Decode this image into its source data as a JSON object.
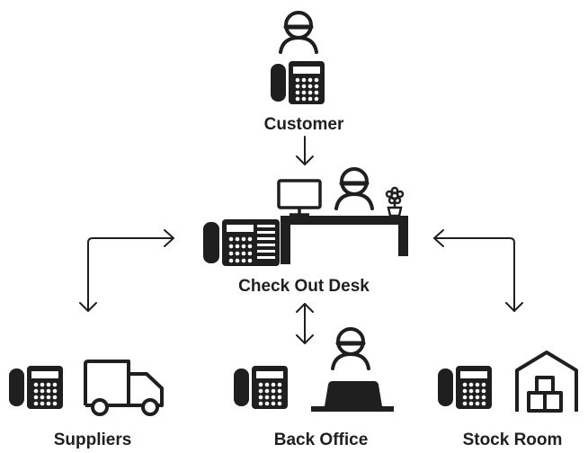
{
  "diagram": {
    "colors": {
      "ink": "#1f1f1f",
      "background": "#ffffff"
    },
    "nodes": [
      {
        "id": "customer",
        "label": "Customer",
        "icons": [
          "person-icon",
          "phone-icon"
        ]
      },
      {
        "id": "checkout",
        "label": "Check Out Desk",
        "icons": [
          "desk-phone-icon",
          "monitor-icon",
          "person-icon",
          "flower-pot-icon",
          "desk-icon"
        ]
      },
      {
        "id": "suppliers",
        "label": "Suppliers",
        "icons": [
          "phone-icon",
          "truck-icon"
        ]
      },
      {
        "id": "backoffice",
        "label": "Back Office",
        "icons": [
          "phone-icon",
          "person-at-laptop-icon"
        ]
      },
      {
        "id": "stockroom",
        "label": "Stock Room",
        "icons": [
          "phone-icon",
          "warehouse-icon"
        ]
      }
    ],
    "edges": [
      {
        "from": "customer",
        "to": "checkout",
        "direction": "one-way"
      },
      {
        "from": "checkout",
        "to": "suppliers",
        "direction": "two-way"
      },
      {
        "from": "checkout",
        "to": "backoffice",
        "direction": "two-way"
      },
      {
        "from": "checkout",
        "to": "stockroom",
        "direction": "two-way"
      }
    ]
  }
}
